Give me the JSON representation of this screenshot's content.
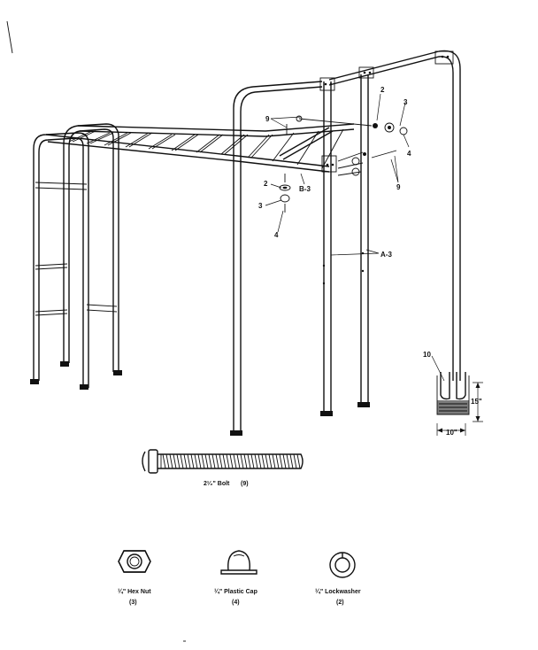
{
  "part_labels": {
    "bolt_ref_top": "9",
    "lockwasher_ref_top": "2",
    "cap_ref_top": "3",
    "nut_ref_top": "4",
    "bolt_ref_right": "9",
    "lockwasher_ref_left": "2",
    "cap_ref_left": "3",
    "nut_ref_left": "4",
    "crossbar": "B-3",
    "uprights": "A-3",
    "anchor": "10"
  },
  "dimensions": {
    "depth": "15\"",
    "width": "10\""
  },
  "hardware": [
    {
      "name": "bolt",
      "caption": "2¹⁄₂\" Bolt",
      "qty": "(9)"
    },
    {
      "name": "hex-nut",
      "caption": "¼\" Hex Nut",
      "qty": "(3)"
    },
    {
      "name": "plastic-cap",
      "caption": "¼\" Plastic Cap",
      "qty": "(4)"
    },
    {
      "name": "lockwasher",
      "caption": "¼\" Lockwasher",
      "qty": "(2)"
    }
  ],
  "colors": {
    "ink": "#111111",
    "paper": "#ffffff"
  }
}
